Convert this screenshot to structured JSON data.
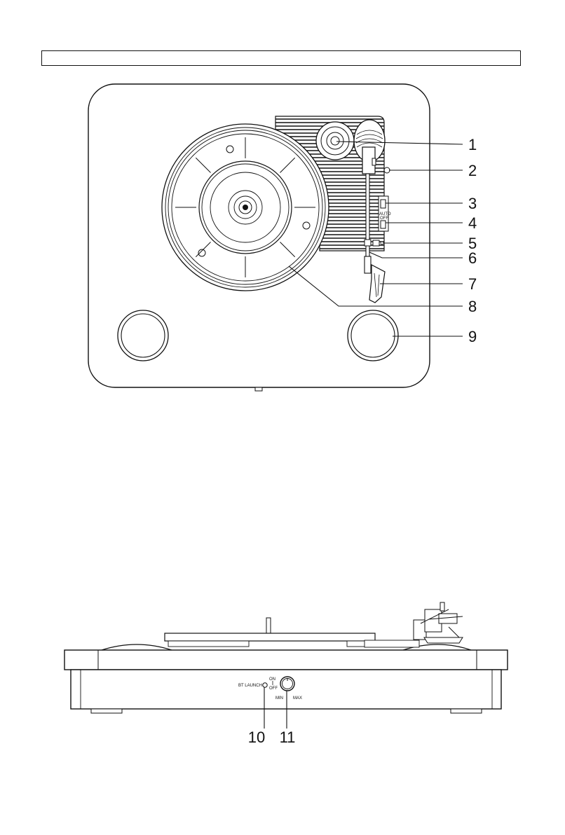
{
  "header": {
    "title_text": ""
  },
  "top_view": {
    "callouts": [
      {
        "label": "1"
      },
      {
        "label": "2"
      },
      {
        "label": "3"
      },
      {
        "label": "4"
      },
      {
        "label": "5"
      },
      {
        "label": "6"
      },
      {
        "label": "7"
      },
      {
        "label": "8"
      },
      {
        "label": "9"
      }
    ],
    "switch_labels": {
      "auto": "AUTO",
      "off": "OFF"
    }
  },
  "front_view": {
    "callouts": [
      {
        "label": "10"
      },
      {
        "label": "11"
      }
    ],
    "bt_label": "BT LAUNCH",
    "on_label": "ON",
    "off_label": "OFF",
    "min_label": "MIN",
    "max_label": "MAX"
  }
}
